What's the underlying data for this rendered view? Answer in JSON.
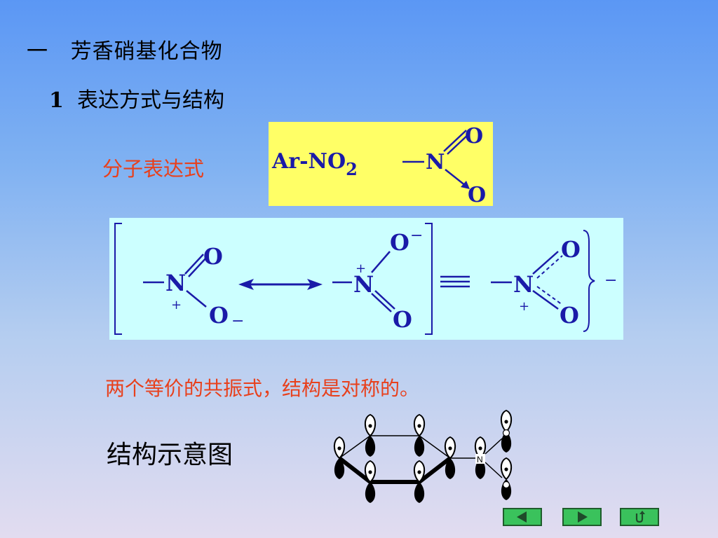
{
  "heading": {
    "number": "一",
    "text": "芳香硝基化合物"
  },
  "subheading": {
    "number": "1",
    "text": "表达方式与结构"
  },
  "formula_label": "分子表达式",
  "formula_box": {
    "ar_no2_main": "Ar-NO",
    "ar_no2_sub": "2",
    "atom_n": "N",
    "atom_o_top": "O",
    "atom_o_bottom": "O"
  },
  "resonance": {
    "s1": {
      "n": "N",
      "o_top": "O",
      "o_bottom": "O",
      "charge_n": "+",
      "charge_o": "−"
    },
    "s2": {
      "n": "N",
      "o_top": "O",
      "o_bottom": "O",
      "charge_n": "+",
      "charge_o": "−"
    },
    "s3": {
      "n": "N",
      "o_top": "O",
      "o_bottom": "O",
      "charge_n": "+",
      "charge_outer": "−"
    }
  },
  "sentence": "两个等价的共振式，结构是对称的。",
  "schematic_label": "结构示意图",
  "schematic": {
    "n": "N"
  },
  "nav": {
    "prev": "previous",
    "next": "next",
    "return": "return"
  },
  "colors": {
    "box_yellow": "#ffff66",
    "box_cyan": "#ccffff",
    "red_text": "#e8401c",
    "chem_blue": "#1a1aa8",
    "nav_green": "#3ac25c"
  }
}
